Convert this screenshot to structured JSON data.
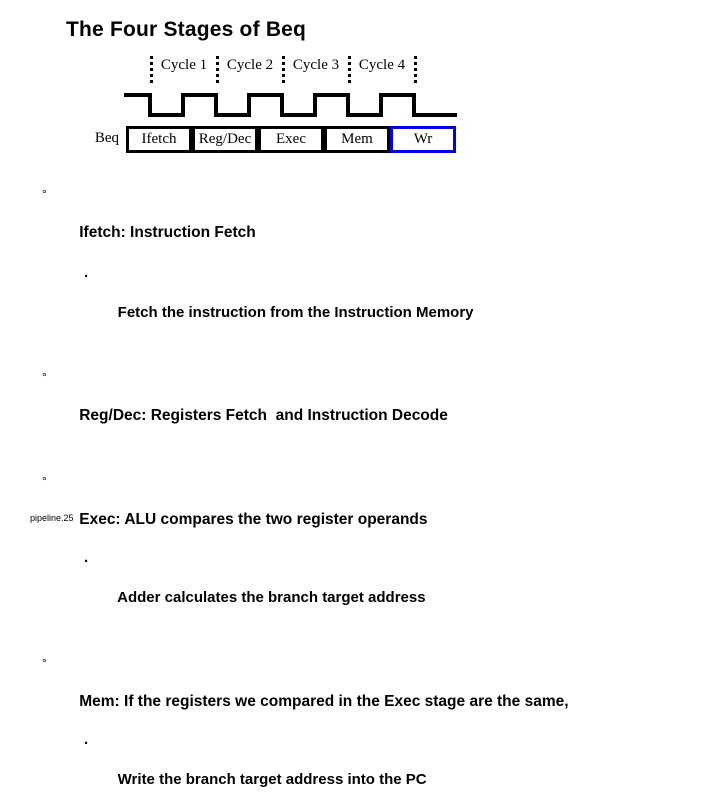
{
  "slide": {
    "title": "The Four Stages of Beq",
    "footer": "pipeline.25"
  },
  "timing": {
    "instruction_label": "Beq",
    "cycles": [
      {
        "label": "Cycle 1"
      },
      {
        "label": "Cycle 2"
      },
      {
        "label": "Cycle 3"
      },
      {
        "label": "Cycle 4"
      }
    ],
    "stages": [
      {
        "label": "Ifetch",
        "highlight": false
      },
      {
        "label": "Reg/Dec",
        "highlight": false
      },
      {
        "label": "Exec",
        "highlight": false
      },
      {
        "label": "Mem",
        "highlight": false
      },
      {
        "label": "Wr",
        "highlight": true
      }
    ],
    "highlight_color": "#0000ee",
    "line_color": "#000000",
    "clock_description": "square-wave-clock"
  },
  "bullets": [
    {
      "marker": "°",
      "text": "Ifetch: Instruction Fetch",
      "sub": [
        {
          "marker": "·",
          "text": "Fetch the instruction from the Instruction Memory"
        }
      ]
    },
    {
      "marker": "°",
      "text": "Reg/Dec: Registers Fetch  and Instruction Decode",
      "sub": []
    },
    {
      "marker": "°",
      "text": "Exec: ALU compares the two register operands",
      "sub": [
        {
          "marker": "·",
          "text": "Adder calculates the branch target address"
        }
      ]
    },
    {
      "marker": "°",
      "text": "Mem: If the registers we compared in the Exec stage are the same,",
      "sub": [
        {
          "marker": "·",
          "text": "Write the branch target address into the PC"
        }
      ]
    }
  ]
}
